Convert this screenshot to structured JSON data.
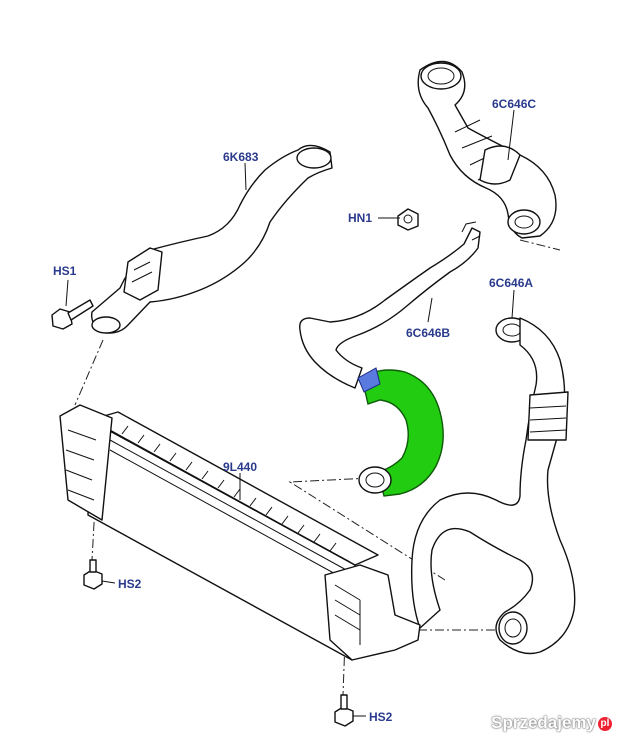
{
  "labels": {
    "p6C646C": "6C646C",
    "p6K683": "6K683",
    "pHN1": "HN1",
    "pHS1": "HS1",
    "p6C646A": "6C646A",
    "p6C646B": "6C646B",
    "p9L440": "9L440",
    "pHS2a": "HS2",
    "pHS2b": "HS2"
  },
  "highlight_color": "#22cc11",
  "watermark": {
    "text": "Sprzedajemy",
    "suffix": "pl"
  }
}
